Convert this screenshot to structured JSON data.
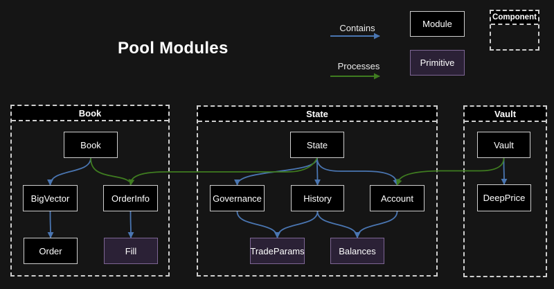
{
  "page_title": "Pool Modules",
  "legend": {
    "contains_label": "Contains",
    "processes_label": "Processes",
    "module_label": "Module",
    "primitive_label": "Primitive",
    "component_label": "Component"
  },
  "colors": {
    "background": "#151515",
    "contains_blue": "#4a76b2",
    "processes_green": "#3f7c20",
    "module_fill": "#000000",
    "module_border": "#cfcfcf",
    "primitive_fill": "#2b2136",
    "primitive_border": "#7e6695",
    "component_border": "#cfcfcf",
    "text": "#f2f2f2"
  },
  "groups": [
    {
      "id": "Book",
      "title": "Book",
      "nodes": [
        {
          "id": "Book",
          "label": "Book",
          "type": "module"
        },
        {
          "id": "BigVector",
          "label": "BigVector",
          "type": "module"
        },
        {
          "id": "OrderInfo",
          "label": "OrderInfo",
          "type": "module"
        },
        {
          "id": "Order",
          "label": "Order",
          "type": "module"
        },
        {
          "id": "Fill",
          "label": "Fill",
          "type": "primitive"
        }
      ]
    },
    {
      "id": "State",
      "title": "State",
      "nodes": [
        {
          "id": "State",
          "label": "State",
          "type": "module"
        },
        {
          "id": "Governance",
          "label": "Governance",
          "type": "module"
        },
        {
          "id": "History",
          "label": "History",
          "type": "module"
        },
        {
          "id": "Account",
          "label": "Account",
          "type": "module"
        },
        {
          "id": "TradeParams",
          "label": "TradeParams",
          "type": "primitive"
        },
        {
          "id": "Balances",
          "label": "Balances",
          "type": "primitive"
        }
      ]
    },
    {
      "id": "Vault",
      "title": "Vault",
      "nodes": [
        {
          "id": "Vault",
          "label": "Vault",
          "type": "module"
        },
        {
          "id": "DeepPrice",
          "label": "DeepPrice",
          "type": "module"
        }
      ]
    }
  ],
  "edges": [
    {
      "from": "Book",
      "to": "BigVector",
      "type": "contains"
    },
    {
      "from": "BigVector",
      "to": "Order",
      "type": "contains"
    },
    {
      "from": "OrderInfo",
      "to": "Fill",
      "type": "contains"
    },
    {
      "from": "State",
      "to": "Governance",
      "type": "contains"
    },
    {
      "from": "State",
      "to": "History",
      "type": "contains"
    },
    {
      "from": "State",
      "to": "Account",
      "type": "contains"
    },
    {
      "from": "Governance",
      "to": "TradeParams",
      "type": "contains"
    },
    {
      "from": "History",
      "to": "TradeParams",
      "type": "contains"
    },
    {
      "from": "History",
      "to": "Balances",
      "type": "contains"
    },
    {
      "from": "Account",
      "to": "Balances",
      "type": "contains"
    },
    {
      "from": "Vault",
      "to": "DeepPrice",
      "type": "contains"
    },
    {
      "from": "Book",
      "to": "OrderInfo",
      "type": "processes"
    },
    {
      "from": "State",
      "to": "OrderInfo",
      "type": "processes"
    },
    {
      "from": "Vault",
      "to": "Account",
      "type": "processes"
    }
  ]
}
